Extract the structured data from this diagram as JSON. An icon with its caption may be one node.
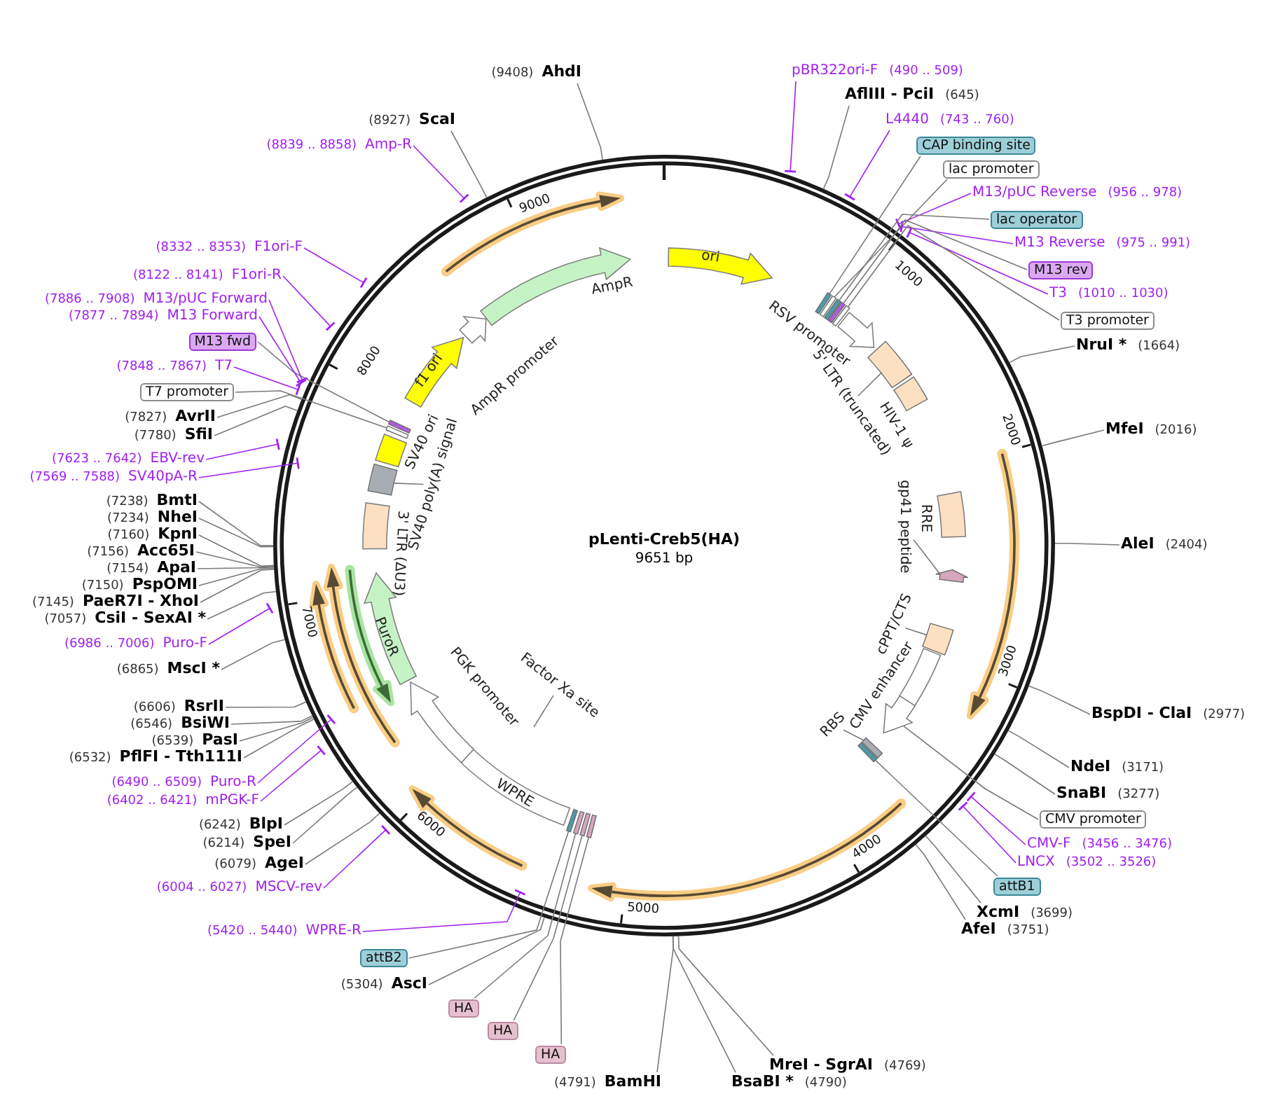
{
  "diagram": {
    "title": "pLenti-Creb5(HA)",
    "nodes": [
      {
        "text": [
          "pBR322ori-F",
          "(490 .. 509)"
        ]
      },
      {
        "text": [
          "AflIII - PciI",
          "(645)"
        ]
      },
      {
        "text": [
          "L4440",
          "(743 .. 760)"
        ]
      },
      {
        "text": [
          "CAP binding site"
        ]
      },
      {
        "text": [
          "lac promoter"
        ]
      },
      {
        "text": [
          "M13/pUC Reverse",
          "(956 .. 978)"
        ]
      },
      {
        "text": [
          "lac operator"
        ]
      },
      {
        "text": [
          "M13 Reverse",
          "(975 .. 991)"
        ]
      },
      {
        "text": [
          "M13 rev"
        ]
      },
      {
        "text": [
          "T3",
          "(1010 .. 1030)"
        ]
      },
      {
        "text": [
          "T3 promoter"
        ]
      },
      {
        "text": [
          "NruI *",
          "(1664)"
        ]
      },
      {
        "text": [
          "MfeI",
          "(2016)"
        ]
      },
      {
        "text": [
          "AleI",
          "(2404)"
        ]
      },
      {
        "text": [
          "BspDI - ClaI",
          "(2977)"
        ]
      },
      {
        "text": [
          "NdeI",
          "(3171)"
        ]
      },
      {
        "text": [
          "SnaBI",
          "(3277)"
        ]
      },
      {
        "text": [
          "CMV promoter"
        ]
      },
      {
        "text": [
          "CMV-F",
          "(3456 .. 3476)"
        ]
      },
      {
        "text": [
          "LNCX",
          "(3502 .. 3526)"
        ]
      },
      {
        "text": [
          "attB1"
        ]
      },
      {
        "text": [
          "XcmI",
          "(3699)"
        ]
      },
      {
        "text": [
          "AfeI",
          "(3751)"
        ]
      },
      {
        "text": [
          "MreI - SgrAI",
          "(4769)"
        ]
      },
      {
        "text": [
          "BsaBI *",
          "(4790)"
        ]
      },
      {
        "text": [
          "(4791)",
          "BamHI"
        ]
      },
      {
        "text": [
          "HA"
        ]
      },
      {
        "text": [
          "HA"
        ]
      },
      {
        "text": [
          "HA"
        ]
      },
      {
        "text": [
          "(5304)",
          "AscI"
        ]
      },
      {
        "text": [
          "attB2"
        ]
      },
      {
        "text": [
          "(5420 .. 5440)",
          "WPRE-R"
        ]
      },
      {
        "text": [
          "(6004 .. 6027)",
          "MSCV-rev"
        ]
      },
      {
        "text": [
          "(6079)",
          "AgeI"
        ]
      },
      {
        "text": [
          "(6214)",
          "SpeI"
        ]
      },
      {
        "text": [
          "(6242)",
          "BlpI"
        ]
      },
      {
        "text": [
          "(6402 .. 6421)",
          "mPGK-F"
        ]
      },
      {
        "text": [
          "(6490 .. 6509)",
          "Puro-R"
        ]
      },
      {
        "text": [
          "(6532)",
          "PflFI - Tth111I"
        ]
      },
      {
        "text": [
          "(6539)",
          "PasI"
        ]
      },
      {
        "text": [
          "(6546)",
          "BsiWI"
        ]
      },
      {
        "text": [
          "(6606)",
          "RsrII"
        ]
      },
      {
        "text": [
          "(6865)",
          "MscI *"
        ]
      },
      {
        "text": [
          "(6986 .. 7006)",
          "Puro-F"
        ]
      },
      {
        "text": [
          "(7057)",
          "CsiI - SexAI *"
        ]
      },
      {
        "text": [
          "(7145)",
          "PaeR7I - XhoI"
        ]
      },
      {
        "text": [
          "(7150)",
          "PspOMI"
        ]
      },
      {
        "text": [
          "(7154)",
          "ApaI"
        ]
      },
      {
        "text": [
          "(7156)",
          "Acc65I"
        ]
      },
      {
        "text": [
          "(7160)",
          "KpnI"
        ]
      },
      {
        "text": [
          "(7234)",
          "NheI"
        ]
      },
      {
        "text": [
          "(7238)",
          "BmtI"
        ]
      },
      {
        "text": [
          "(7569 .. 7588)",
          "SV40pA-R"
        ]
      },
      {
        "text": [
          "(7623 .. 7642)",
          "EBV-rev"
        ]
      },
      {
        "text": [
          "(7780)",
          "SfiI"
        ]
      },
      {
        "text": [
          "(7827)",
          "AvrII"
        ]
      },
      {
        "text": [
          "T7 promoter"
        ]
      },
      {
        "text": [
          "(7848 .. 7867)",
          "T7"
        ]
      },
      {
        "text": [
          "M13 fwd"
        ]
      },
      {
        "text": [
          "(7877 .. 7894)",
          "M13 Forward"
        ]
      },
      {
        "text": [
          "(7886 .. 7908)",
          "M13/pUC Forward"
        ]
      },
      {
        "text": [
          "(8122 .. 8141)",
          "F1ori-R"
        ]
      },
      {
        "text": [
          "(8332 .. 8353)",
          "F1ori-F"
        ]
      },
      {
        "text": [
          "(8839 .. 8858)",
          "Amp-R"
        ]
      },
      {
        "text": [
          "(8927)",
          "ScaI"
        ]
      },
      {
        "text": [
          "(9408)",
          "AhdI"
        ]
      },
      {
        "text": [
          "ori"
        ]
      },
      {
        "text": [
          "RSV promoter"
        ]
      },
      {
        "text": [
          "5' LTR (truncated)"
        ]
      },
      {
        "text": [],
        "shape": "box"
      },
      {
        "text": [
          "HIV-1 ψ"
        ]
      },
      {
        "text": [
          "RRE"
        ]
      },
      {
        "text": [
          "gp41 peptide"
        ]
      },
      {
        "text": [],
        "shape": "arrow"
      },
      {
        "text": [
          "cPPT/CTS"
        ]
      },
      {
        "text": [],
        "shape": "box"
      },
      {
        "text": [
          "CMV enhancer"
        ]
      },
      {
        "text": [],
        "shape": "arrow"
      },
      {
        "text": [
          "RBS"
        ]
      },
      {
        "text": [],
        "shape": "bar"
      },
      {
        "text": [],
        "shape": "bar"
      },
      {
        "text": [
          "Factor Xa site"
        ]
      },
      {
        "text": [
          "WPRE"
        ]
      },
      {
        "text": [
          "PGK promoter"
        ]
      },
      {
        "text": [
          "PuroR"
        ]
      },
      {
        "text": [
          "3' LTR (ΔU3)"
        ]
      },
      {
        "text": [
          "SV40 poly(A) signal"
        ]
      },
      {
        "text": [],
        "shape": "box"
      },
      {
        "text": [
          "SV40 ori"
        ]
      },
      {
        "text": [
          "f1 ori"
        ]
      },
      {
        "text": [
          "AmpR promoter"
        ]
      },
      {
        "text": [
          "AmpR"
        ]
      },
      {
        "text": [],
        "shape": "bar"
      },
      {
        "text": [],
        "shape": "bar"
      },
      {
        "text": [],
        "shape": "bar"
      },
      {
        "text": [],
        "shape": "bar"
      },
      {
        "text": [],
        "shape": "bar"
      },
      {
        "text": [],
        "shape": "bar"
      },
      {
        "text": [],
        "shape": "bar"
      },
      {
        "text": [],
        "shape": "bar"
      },
      {
        "text": [],
        "shape": "bar"
      },
      {
        "text": [],
        "shape": "bar"
      },
      {
        "text": [],
        "shape": "bar"
      }
    ],
    "edges": [
      {
        "from": 0,
        "to": null,
        "arrow": "other",
        "color": "#a020f0"
      },
      {
        "from": 1,
        "to": null,
        "arrow": "none"
      },
      {
        "from": 2,
        "to": null,
        "arrow": "other",
        "color": "#a020f0"
      },
      {
        "from": 3,
        "to": 92,
        "arrow": "none"
      },
      {
        "from": 4,
        "to": 93,
        "arrow": "none"
      },
      {
        "from": 5,
        "to": null,
        "arrow": "other",
        "color": "#a020f0"
      },
      {
        "from": 6,
        "to": 94,
        "arrow": "none"
      },
      {
        "from": 7,
        "to": null,
        "arrow": "other",
        "color": "#a020f0"
      },
      {
        "from": 8,
        "to": 95,
        "arrow": "none"
      },
      {
        "from": 9,
        "to": null,
        "arrow": "other",
        "color": "#a020f0"
      },
      {
        "from": 10,
        "to": 96,
        "arrow": "none"
      },
      {
        "from": 11,
        "to": null,
        "arrow": "none"
      },
      {
        "from": 12,
        "to": null,
        "arrow": "none"
      },
      {
        "from": 13,
        "to": null,
        "arrow": "none"
      },
      {
        "from": 14,
        "to": null,
        "arrow": "none"
      },
      {
        "from": 15,
        "to": null,
        "arrow": "none"
      },
      {
        "from": 16,
        "to": null,
        "arrow": "none"
      },
      {
        "from": 17,
        "to": 77,
        "arrow": "none"
      },
      {
        "from": 18,
        "to": null,
        "arrow": "other",
        "color": "#a020f0"
      },
      {
        "from": 19,
        "to": null,
        "arrow": "other",
        "color": "#a020f0"
      },
      {
        "from": 20,
        "to": 80,
        "arrow": "none"
      },
      {
        "from": 21,
        "to": null,
        "arrow": "none"
      },
      {
        "from": 22,
        "to": null,
        "arrow": "none"
      },
      {
        "from": 23,
        "to": null,
        "arrow": "none"
      },
      {
        "from": 24,
        "to": null,
        "arrow": "none"
      },
      {
        "from": 25,
        "to": null,
        "arrow": "none"
      },
      {
        "from": 26,
        "to": 97,
        "arrow": "none"
      },
      {
        "from": 27,
        "to": 98,
        "arrow": "none"
      },
      {
        "from": 28,
        "to": 99,
        "arrow": "none"
      },
      {
        "from": 29,
        "to": null,
        "arrow": "none"
      },
      {
        "from": 30,
        "to": 100,
        "arrow": "none"
      },
      {
        "from": 31,
        "to": null,
        "arrow": "other",
        "color": "#a020f0"
      },
      {
        "from": 32,
        "to": null,
        "arrow": "other",
        "color": "#a020f0"
      },
      {
        "from": 33,
        "to": null,
        "arrow": "none"
      },
      {
        "from": 34,
        "to": null,
        "arrow": "none"
      },
      {
        "from": 35,
        "to": null,
        "arrow": "none"
      },
      {
        "from": 36,
        "to": null,
        "arrow": "other",
        "color": "#a020f0"
      },
      {
        "from": 37,
        "to": null,
        "arrow": "other",
        "color": "#a020f0"
      },
      {
        "from": 38,
        "to": null,
        "arrow": "none"
      },
      {
        "from": 39,
        "to": null,
        "arrow": "none"
      },
      {
        "from": 40,
        "to": null,
        "arrow": "none"
      },
      {
        "from": 41,
        "to": null,
        "arrow": "none"
      },
      {
        "from": 42,
        "to": null,
        "arrow": "none"
      },
      {
        "from": 43,
        "to": null,
        "arrow": "other",
        "color": "#a020f0"
      },
      {
        "from": 44,
        "to": null,
        "arrow": "none"
      },
      {
        "from": 45,
        "to": null,
        "arrow": "none"
      },
      {
        "from": 46,
        "to": null,
        "arrow": "none"
      },
      {
        "from": 47,
        "to": null,
        "arrow": "none"
      },
      {
        "from": 48,
        "to": null,
        "arrow": "none"
      },
      {
        "from": 49,
        "to": null,
        "arrow": "none"
      },
      {
        "from": 50,
        "to": null,
        "arrow": "none"
      },
      {
        "from": 51,
        "to": null,
        "arrow": "none"
      },
      {
        "from": 52,
        "to": null,
        "arrow": "other",
        "color": "#a020f0"
      },
      {
        "from": 53,
        "to": null,
        "arrow": "other",
        "color": "#a020f0"
      },
      {
        "from": 54,
        "to": null,
        "arrow": "none"
      },
      {
        "from": 55,
        "to": null,
        "arrow": "none"
      },
      {
        "from": 56,
        "to": 101,
        "arrow": "none"
      },
      {
        "from": 57,
        "to": null,
        "arrow": "other",
        "color": "#a020f0"
      },
      {
        "from": 58,
        "to": 102,
        "arrow": "none"
      },
      {
        "from": 59,
        "to": null,
        "arrow": "other",
        "color": "#a020f0"
      },
      {
        "from": 60,
        "to": null,
        "arrow": "other",
        "color": "#a020f0"
      },
      {
        "from": 61,
        "to": null,
        "arrow": "other",
        "color": "#a020f0"
      },
      {
        "from": 62,
        "to": null,
        "arrow": "other",
        "color": "#a020f0"
      },
      {
        "from": 63,
        "to": null,
        "arrow": "other",
        "color": "#a020f0"
      },
      {
        "from": 64,
        "to": null,
        "arrow": "none"
      },
      {
        "from": 65,
        "to": null,
        "arrow": "none"
      },
      {
        "from": 68,
        "to": 69,
        "arrow": "none"
      },
      {
        "from": 72,
        "to": 73,
        "arrow": "none"
      },
      {
        "from": 74,
        "to": 75,
        "arrow": "none"
      },
      {
        "from": 78,
        "to": 79,
        "arrow": "none"
      },
      {
        "from": 81,
        "to": null,
        "arrow": "none"
      },
      {
        "from": 86,
        "to": 87,
        "arrow": "none"
      }
    ],
    "labels": [
      "9651 bp",
      "1000",
      "2000",
      "3000",
      "4000",
      "5000",
      "6000",
      "7000",
      "8000",
      "9000"
    ]
  }
}
